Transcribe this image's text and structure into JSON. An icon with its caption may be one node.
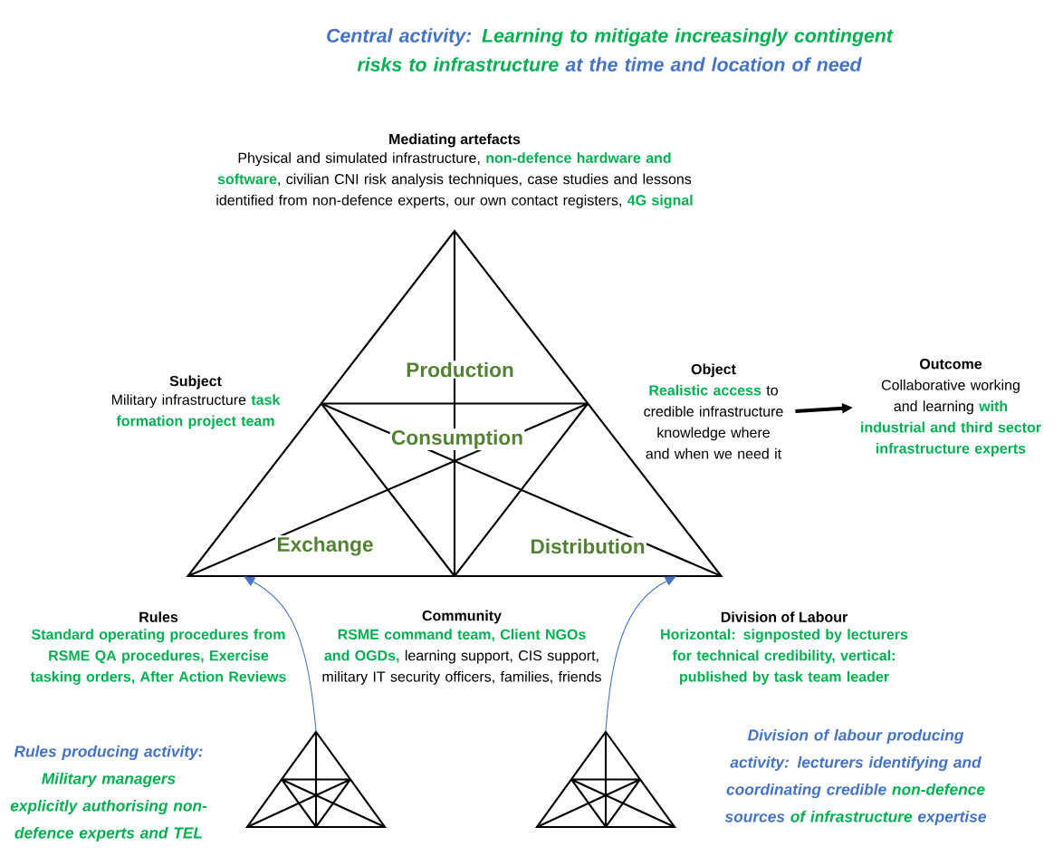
{
  "diagram": {
    "nodes": [
      {
        "text": [
          "Production",
          "Consumption",
          "Exchange",
          "Distribution"
        ]
      },
      {
        "text": [
          "Object",
          "**Realistic access** to credible infrastructure knowledge where and when we need it"
        ]
      },
      {
        "text": [
          "Outcome",
          "Collaborative working and learning **with industrial and third sector infrastructure experts**"
        ]
      },
      {
        "text": [],
        "shape": "triangle",
        "beside": [
          "Rules producing activity:",
          "Military managers explicitly authorising non-defence experts and TEL"
        ]
      },
      {
        "text": [],
        "shape": "triangle",
        "beside": [
          "Division of labour producing activity: lecturers identifying and coordinating credible",
          "non-defence",
          "sources",
          "of infrastructure",
          "expertise"
        ]
      }
    ],
    "edges": [
      {
        "from": 1,
        "to": 2,
        "arrow": "to",
        "style": "thick",
        "color": "#000000"
      },
      {
        "from": 3,
        "to": 0,
        "arrow": "to",
        "color": "#4472c4"
      },
      {
        "from": 4,
        "to": 0,
        "arrow": "to",
        "color": "#4472c4"
      }
    ],
    "labels": [
      "Central activity:",
      "Learning to mitigate increasingly contingent risks to infrastructure",
      "at the time and location of need",
      "Mediating artefacts",
      "Physical and simulated infrastructure, **non-defence hardware and software**, civilian CNI risk analysis techniques, case studies and lessons identified from non-defence experts, our own contact registers, **4G signal**",
      "Subject",
      "Military infrastructure **task formation project team**",
      "Rules",
      "Standard operating procedures from RSME QA procedures, Exercise tasking orders, After Action Reviews",
      "Community",
      "**RSME command team, Client NGOs and OGDs,** learning support, CIS support, military IT security officers, families, friends",
      "Division of Labour",
      "Horizontal: signposted by lecturers for technical credibility, vertical: published by task team leader"
    ]
  }
}
